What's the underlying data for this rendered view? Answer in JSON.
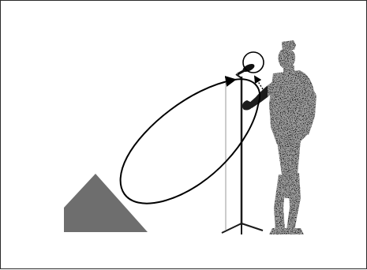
{
  "figure": {
    "border_color": "#2a2a2a",
    "background": "#ffffff",
    "elements": {
      "speaker": {
        "shape": "triangle-wedge",
        "color": "#6e6e6e"
      },
      "microphone_stand": {
        "color": "#1a1a1a"
      },
      "person": {
        "style": "silhouette",
        "color": "#1c1c1c"
      },
      "feedback_loop": {
        "shape": "ellipse-with-arrows",
        "color": "#000000"
      },
      "mic_highlight": {
        "shape": "circle",
        "color": "#000000"
      }
    }
  }
}
